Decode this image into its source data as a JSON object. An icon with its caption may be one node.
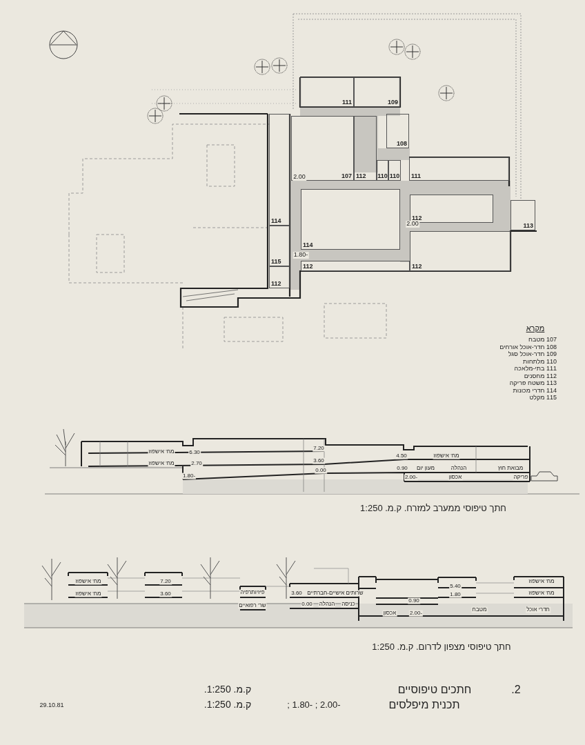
{
  "diagram": {
    "nodes": [
      {
        "text": [
          "111"
        ]
      },
      {
        "text": [
          "109"
        ]
      },
      {
        "text": [
          "107"
        ]
      },
      {
        "text": [
          "112"
        ]
      },
      {
        "text": [
          "108"
        ]
      },
      {
        "text": [
          "110"
        ]
      },
      {
        "text": [
          "110"
        ]
      },
      {
        "text": [
          "111"
        ]
      },
      {
        "text": [
          "114"
        ]
      },
      {
        "text": [
          "114"
        ]
      },
      {
        "text": [
          "112"
        ]
      },
      {
        "text": [
          "113"
        ]
      },
      {
        "text": [
          "115"
        ]
      },
      {
        "text": [
          "112"
        ]
      },
      {
        "text": [
          "112"
        ]
      },
      {
        "text": [
          "112"
        ]
      }
    ],
    "labels": [
      "2.00",
      "2.00",
      "-1.80",
      "מקרא",
      "107 מטבח",
      "108 חדר-אוכל אורחים",
      "109 חדר-אוכל סגל",
      "110 מלתחות",
      "111 בתי-מלאכה",
      "112 מחסנים",
      "113 משטח פריקה",
      "114 חדרי מכונות",
      "115 מקלט",
      "מח' אישפוז",
      "6.30",
      "7.20",
      "מח' אישפוז",
      "2.70",
      "3.60",
      "4.50",
      "מח' אישפוז",
      "-1.80",
      "0.00",
      "0.90",
      "מעון יום",
      "הנהלה",
      "מבואת חוץ",
      "-2.00",
      "אכסון",
      "פריקה",
      "חתך טיפוסי ממערב למזרח. ק.מ. 1:250",
      "מח' אישפוז",
      "7.20",
      "5.40",
      "מח' אישפוז",
      "מח' אישפוז",
      "3.60",
      "פיזיותרפיה",
      "שרותים אישיים-חברתיים",
      "3.60",
      "1.80",
      "0.90",
      "מח' אישפוז",
      "שר' רפואיים",
      "0.00",
      "הנהלה",
      "כניסה",
      "מטבח",
      "חדרי אוכל",
      "-2.00",
      "אכסון",
      "חתך טיפוסי מצפון לדרום. ק.מ. 1:250",
      "2.",
      "חתכים טיפוסיים",
      "ק.מ. 1:250.",
      "תכנית מיפלסים",
      "-2.00 ; -1.80 ;",
      "ק.מ. 1:250.",
      "29.10.81"
    ]
  }
}
